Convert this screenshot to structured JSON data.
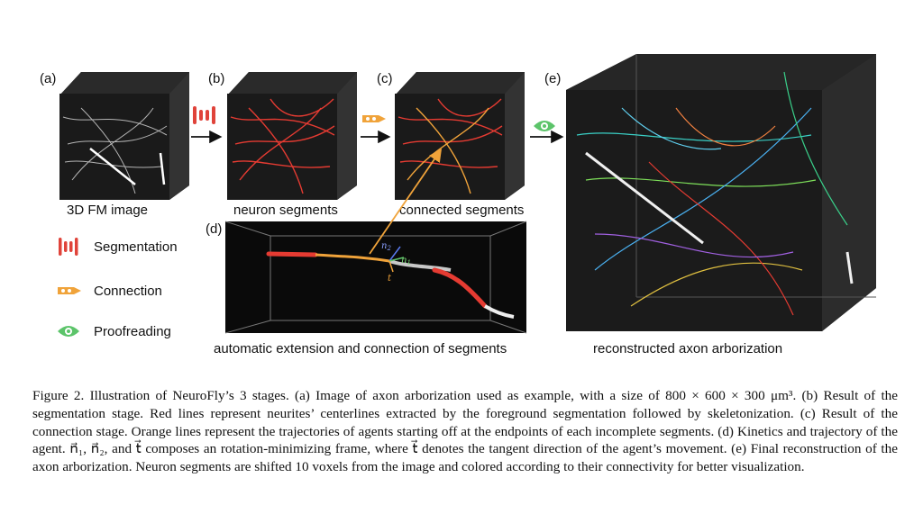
{
  "panels": {
    "a": {
      "label": "(a)",
      "caption": "3D FM image"
    },
    "b": {
      "label": "(b)",
      "caption": "neuron segments"
    },
    "c": {
      "label": "(c)",
      "caption": "connected segments"
    },
    "d": {
      "label": "(d)",
      "caption": "automatic extension and connection of segments"
    },
    "e": {
      "label": "(e)",
      "caption": "reconstructed axon arborization"
    }
  },
  "legend": [
    {
      "icon": "segmentation-icon",
      "label": "Segmentation",
      "color": "#e0433a"
    },
    {
      "icon": "connection-icon",
      "label": "Connection",
      "color": "#f0a33a"
    },
    {
      "icon": "proofreading-icon",
      "label": "Proofreading",
      "color": "#5cc46a"
    }
  ],
  "vectors": {
    "n2": "n",
    "n2_sub": "2",
    "n1": "n",
    "n1_sub": "1",
    "t": "t"
  },
  "colors": {
    "segment_red": "#e53b32",
    "connection_orange": "#f0a33a",
    "proofread_green": "#5cc46a"
  },
  "caption": {
    "figure_label": "Figure 2.",
    "text": "Illustration of NeuroFly’s 3 stages. (a) Image of axon arborization used as example, with a size of 800 × 600 × 300 μm³. (b) Result of the segmentation stage. Red lines represent neurites’ centerlines extracted by the foreground segmentation followed by skeletonization. (c) Result of the connection stage. Orange lines represent the trajectories of agents starting off at the endpoints of each incomplete segments. (d) Kinetics and trajectory of the agent. n⃗₁, n⃗₂, and t⃗ composes an rotation-minimizing frame, where t⃗ denotes the tangent direction of the agent’s movement. (e) Final reconstruction of the axon arborization. Neuron segments are shifted 10 voxels from the image and colored according to their connectivity for better visualization."
  }
}
